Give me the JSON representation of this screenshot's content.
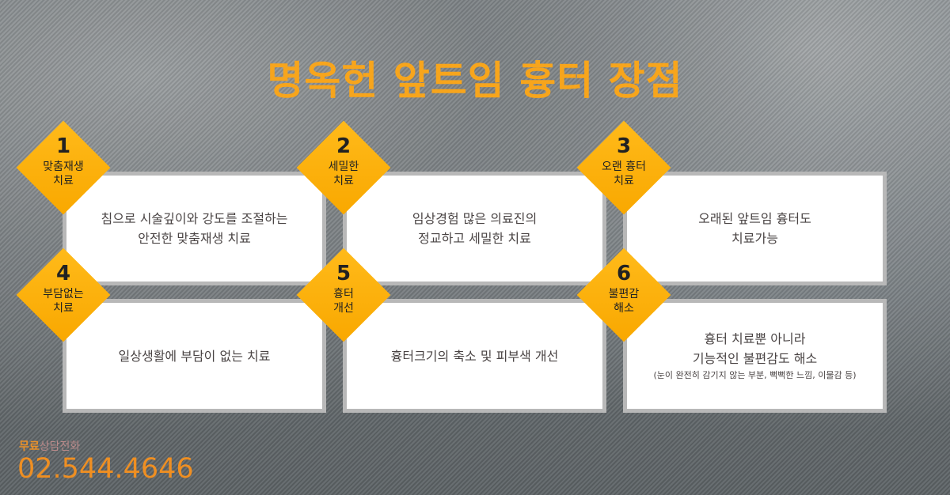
{
  "title": "명옥헌 앞트임 흉터 장점",
  "items": [
    {
      "num": "1",
      "label1": "맞춤재생",
      "label2": "치료",
      "desc1": "침으로 시술깊이와 강도를 조절하는",
      "desc2": "안전한 맞춤재생 치료"
    },
    {
      "num": "2",
      "label1": "세밀한",
      "label2": "치료",
      "desc1": "임상경험 많은 의료진의",
      "desc2": "정교하고 세밀한 치료"
    },
    {
      "num": "3",
      "label1": "오랜 흉터",
      "label2": "치료",
      "desc1": "오래된 앞트임 흉터도",
      "desc2": "치료가능"
    },
    {
      "num": "4",
      "label1": "부담없는",
      "label2": "치료",
      "desc1": "일상생활에 부담이 없는 치료",
      "desc2": ""
    },
    {
      "num": "5",
      "label1": "흉터",
      "label2": "개선",
      "desc1": "흉터크기의 축소 및 피부색 개선",
      "desc2": ""
    },
    {
      "num": "6",
      "label1": "불편감",
      "label2": "해소",
      "desc1": "흉터 치료뿐 아니라",
      "desc2": "기능적인 불편감도 해소",
      "note": "(눈이 완전히 감기지 않는 부분, 뻑뻑한 느낌, 이물감 등)"
    }
  ],
  "contact": {
    "label_a": "무료",
    "label_b": "상담전화",
    "phone": "02.544.4646"
  }
}
